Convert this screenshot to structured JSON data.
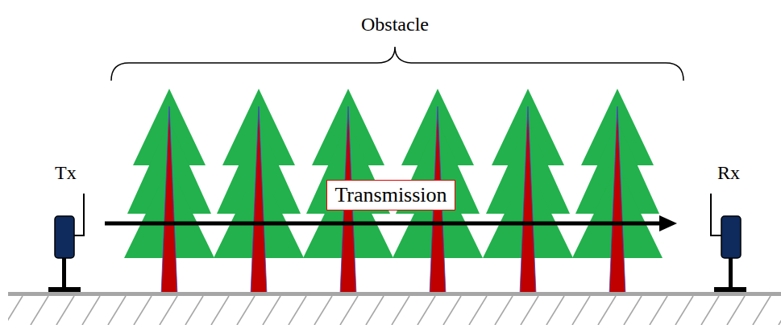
{
  "diagram": {
    "nodes": [
      {
        "text": [
          "Tx"
        ]
      },
      {
        "text": [
          "Rx"
        ]
      }
    ],
    "edges": [
      {
        "from": 0,
        "to": 1,
        "arrow": "to",
        "label": "Transmission"
      }
    ],
    "labels": [
      "Obstacle"
    ]
  }
}
